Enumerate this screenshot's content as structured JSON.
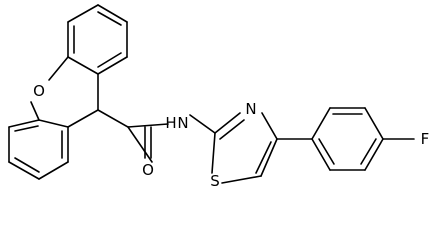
{
  "molecule": {
    "atoms": {
      "O_ring": "O",
      "N_amide": "N",
      "H_amide": "H",
      "O_carbonyl": "O",
      "N_thiazole": "N",
      "S_thiazole": "S",
      "F": "F"
    },
    "colors": {
      "bond": "#000000",
      "label": "#000000",
      "background": "#ffffff"
    }
  }
}
